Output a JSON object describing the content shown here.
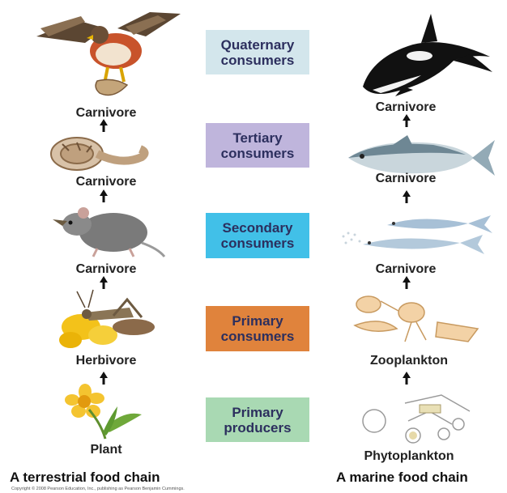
{
  "levels": [
    {
      "label": "Quaternary\nconsumers",
      "color": "#d3e6ec"
    },
    {
      "label": "Tertiary\nconsumers",
      "color": "#bfb5dc"
    },
    {
      "label": "Secondary\nconsumers",
      "color": "#41c0e8"
    },
    {
      "label": "Primary\nconsumers",
      "color": "#e0833c"
    },
    {
      "label": "Primary\nproducers",
      "color": "#a9d9b3"
    }
  ],
  "terrestrial": {
    "title": "A terrestrial food chain",
    "labels": [
      "Carnivore",
      "Carnivore",
      "Carnivore",
      "Herbivore",
      "Plant"
    ],
    "icons": [
      "hawk-icon",
      "rattlesnake-icon",
      "mouse-icon",
      "grasshopper-icon",
      "flower-plant-icon"
    ]
  },
  "marine": {
    "title": "A marine food chain",
    "labels": [
      "Carnivore",
      "Carnivore",
      "Carnivore",
      "Zooplankton",
      "Phytoplankton"
    ],
    "icons": [
      "orca-icon",
      "tuna-icon",
      "small-fish-icon",
      "zooplankton-icon",
      "phytoplankton-icon"
    ]
  },
  "copyright": "Copyright © 2008 Pearson Education, Inc., publishing as Pearson Benjamin Cummings."
}
